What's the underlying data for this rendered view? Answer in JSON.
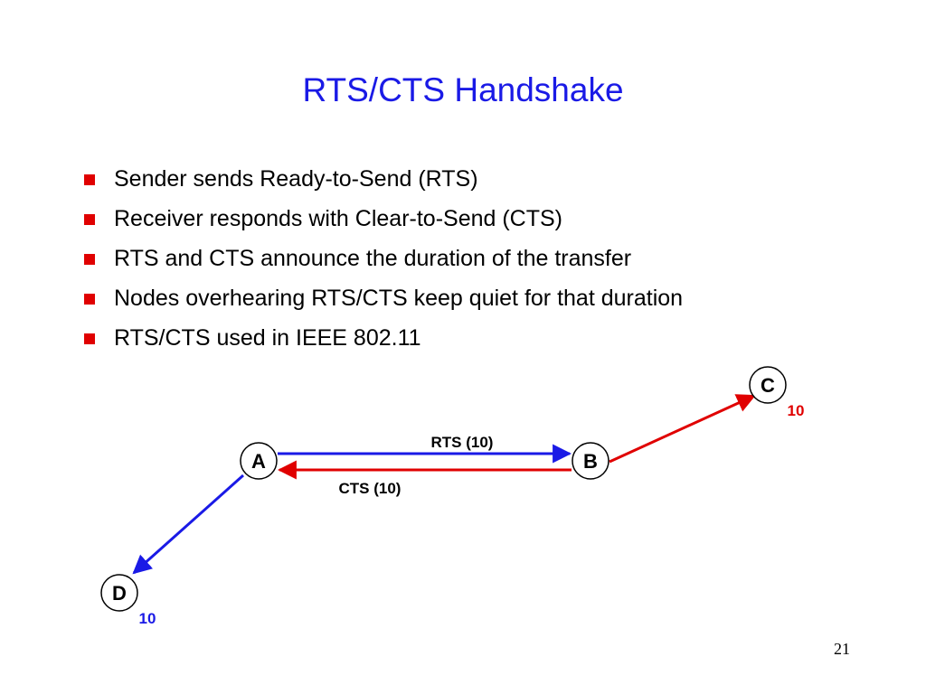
{
  "slide": {
    "title": "RTS/CTS Handshake",
    "bullets": [
      "Sender sends Ready-to-Send (RTS)",
      "Receiver responds with Clear-to-Send (CTS)",
      "RTS and CTS announce the duration of the transfer",
      "Nodes overhearing RTS/CTS keep quiet for that duration",
      "RTS/CTS used in IEEE 802.11"
    ],
    "page_number": "21"
  },
  "diagram": {
    "nodes": {
      "a": "A",
      "b": "B",
      "c": "C",
      "d": "D"
    },
    "messages": {
      "rts": "RTS (10)",
      "cts": "CTS (10)"
    },
    "durations": {
      "c": "10",
      "d": "10"
    }
  },
  "colors": {
    "title": "#1a1ae6",
    "bullet": "#e00000",
    "rts_arrow": "#1a1ae6",
    "cts_arrow": "#e00000",
    "duration_label": "#e00000"
  }
}
